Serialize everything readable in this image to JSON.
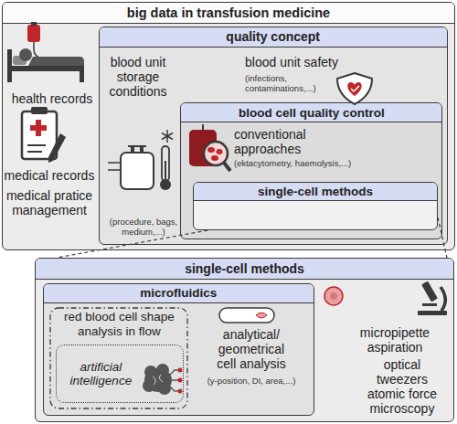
{
  "diagram": {
    "nodes": [
      {
        "text": [
          "big data in transfusion medicine"
        ]
      },
      {
        "text": [
          "quality concept"
        ],
        "in": 0
      },
      {
        "text": [
          "blood cell quality control"
        ],
        "in": 1
      },
      {
        "text": [
          "single-cell methods"
        ],
        "in": 2
      },
      {
        "text": [
          "single-cell methods"
        ]
      },
      {
        "text": [
          "microfluidics"
        ],
        "in": 4
      },
      {
        "text": [
          "red blood cell shape analysis in flow"
        ],
        "in": 5
      },
      {
        "text": [
          "artificial intelligence"
        ],
        "in": 6
      }
    ],
    "edges": [
      {
        "from": 3,
        "to": 4,
        "arrow": "none"
      },
      {
        "from": 3,
        "to": 4,
        "arrow": "none"
      }
    ],
    "labels": [
      "health records",
      "medical records",
      "medical pratice management",
      "blood unit storage conditions",
      "(procedure, bags, medium,...)",
      "blood unit safety",
      "(infections, contaminations,...)",
      "conventional approaches",
      "(ektacytometry, haemolysis,...)",
      "analytical/ geometrical cell analysis",
      "(y-position, DI, area,...)",
      "micropipette aspiration",
      "optical tweezers",
      "atomic force microscopy"
    ]
  }
}
